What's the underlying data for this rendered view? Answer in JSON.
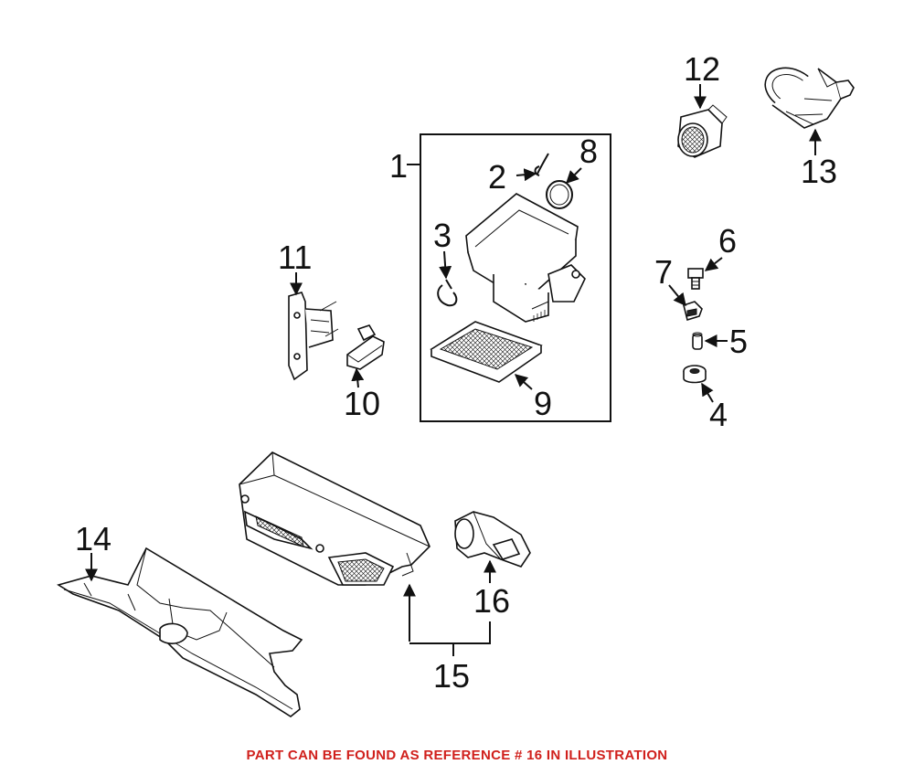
{
  "diagram": {
    "callouts": [
      {
        "id": "1",
        "label": "1"
      },
      {
        "id": "2",
        "label": "2"
      },
      {
        "id": "3",
        "label": "3"
      },
      {
        "id": "4",
        "label": "4"
      },
      {
        "id": "5",
        "label": "5"
      },
      {
        "id": "6",
        "label": "6"
      },
      {
        "id": "7",
        "label": "7"
      },
      {
        "id": "8",
        "label": "8"
      },
      {
        "id": "9",
        "label": "9"
      },
      {
        "id": "10",
        "label": "10"
      },
      {
        "id": "11",
        "label": "11"
      },
      {
        "id": "12",
        "label": "12"
      },
      {
        "id": "13",
        "label": "13"
      },
      {
        "id": "14",
        "label": "14"
      },
      {
        "id": "15",
        "label": "15"
      },
      {
        "id": "16",
        "label": "16"
      }
    ]
  },
  "footer": {
    "note": "PART CAN BE FOUND AS REFERENCE # 16 IN ILLUSTRATION",
    "color": "#d0201c"
  }
}
